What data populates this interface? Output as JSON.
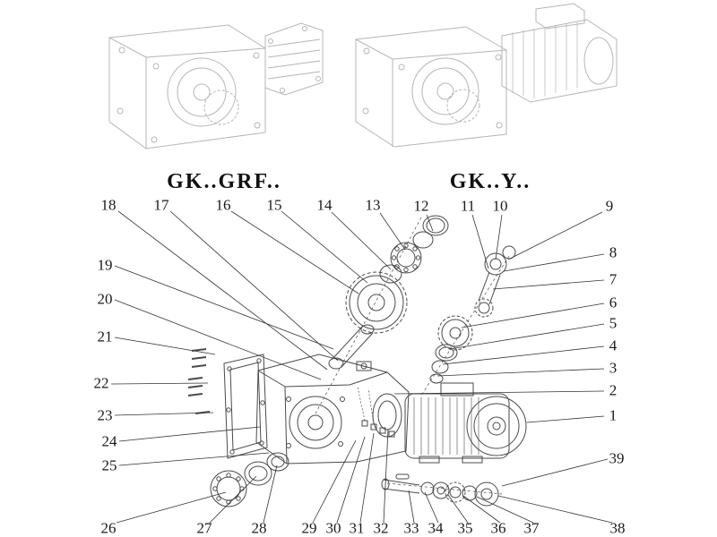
{
  "diagram": {
    "titles": [
      "GK..GRF..",
      "GK..Y.."
    ],
    "colors": {
      "background": "#ffffff",
      "exploded_line": "#4a4a4a",
      "faded_line": "#b5b5b5",
      "text": "#1a1a1a"
    },
    "callouts": [
      {
        "label": "18"
      },
      {
        "label": "17"
      },
      {
        "label": "16"
      },
      {
        "label": "15"
      },
      {
        "label": "14"
      },
      {
        "label": "13"
      },
      {
        "label": "12"
      },
      {
        "label": "11"
      },
      {
        "label": "10"
      },
      {
        "label": "9"
      },
      {
        "label": "8"
      },
      {
        "label": "7"
      },
      {
        "label": "6"
      },
      {
        "label": "5"
      },
      {
        "label": "4"
      },
      {
        "label": "3"
      },
      {
        "label": "2"
      },
      {
        "label": "1"
      },
      {
        "label": "39"
      },
      {
        "label": "19"
      },
      {
        "label": "20"
      },
      {
        "label": "21"
      },
      {
        "label": "22"
      },
      {
        "label": "23"
      },
      {
        "label": "24"
      },
      {
        "label": "25"
      },
      {
        "label": "26"
      },
      {
        "label": "27"
      },
      {
        "label": "28"
      },
      {
        "label": "29"
      },
      {
        "label": "30"
      },
      {
        "label": "31"
      },
      {
        "label": "32"
      },
      {
        "label": "33"
      },
      {
        "label": "34"
      },
      {
        "label": "35"
      },
      {
        "label": "36"
      },
      {
        "label": "37"
      },
      {
        "label": "38"
      }
    ]
  }
}
